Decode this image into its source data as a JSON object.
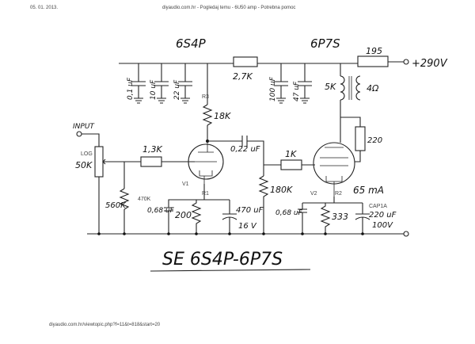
{
  "header": {
    "date": "05. 01. 2013.",
    "forum": "diyaudio.com.hr - Pogledaj temu - 6U50 amp - Potrebna pomoc"
  },
  "footer": {
    "url": "diyaudio.com.hr/viewtopic.php?f=11&t=818&start=20"
  },
  "schematic": {
    "title": "SE 6S4P-6P7S",
    "tube1": "6S4P",
    "tube2": "6P7S",
    "supply": "+290V",
    "input_label": "INPUT",
    "pot_label": "LOG",
    "pot_value": "50K",
    "r_1k3": "1,3K",
    "r_560k": "560K",
    "r_470k": "470K",
    "r_18k": "18K",
    "r3": "R3",
    "r_2k7": "2,7K",
    "c_01": "0,1 uF",
    "c_10": "10 uF",
    "c_22": "22 uF",
    "c_100": "100 uF",
    "c_47": "47 uF",
    "r_195": "195",
    "transformer_primary": "5K",
    "transformer_secondary": "4Ω",
    "coupling_cap": "0,22 uF",
    "r_1k": "1K",
    "r_180k": "180K",
    "r_220": "220",
    "v1": "V1",
    "r1": "R1",
    "v2": "V2",
    "r2": "R2",
    "c_068_left": "0,68 uF",
    "r_200": "200",
    "c_470": "470 uF",
    "v_16": "16 V",
    "c_068_right": "0,68 uF",
    "r_333": "333",
    "cap1a": "CAP1A",
    "c_220": "220 uF",
    "v_100": "100V",
    "current": "65 mA"
  }
}
